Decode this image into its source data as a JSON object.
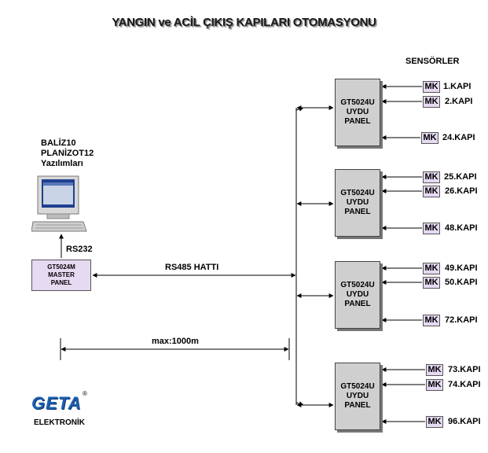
{
  "title": "YANGIN  ve ACİL ÇIKIŞ KAPILARI OTOMASYONU",
  "sensors_header": "SENSÖRLER",
  "software": {
    "line1": "BALİZ10",
    "line2": "PLANİZOT12",
    "line3": "Yazılımları"
  },
  "rs232": "RS232",
  "master_panel": {
    "line1": "GT5024M",
    "line2": "MASTER",
    "line3": "PANEL"
  },
  "rs485": "RS485 HATTI",
  "distance": "max:1000m",
  "panels": [
    {
      "line1": "GT5024U",
      "line2": "UYDU",
      "line3": "PANEL",
      "sensors": [
        {
          "tag": "MK",
          "door": "1.KAPI"
        },
        {
          "tag": "MK",
          "door": "2.KAPI"
        },
        {
          "tag": "MK",
          "door": "24.KAPI"
        }
      ]
    },
    {
      "line1": "GT5024U",
      "line2": "UYDU",
      "line3": "PANEL",
      "sensors": [
        {
          "tag": "MK",
          "door": "25.KAPI"
        },
        {
          "tag": "MK",
          "door": "26.KAPI"
        },
        {
          "tag": "MK",
          "door": "48.KAPI"
        }
      ]
    },
    {
      "line1": "GT5024U",
      "line2": "UYDU",
      "line3": "PANEL",
      "sensors": [
        {
          "tag": "MK",
          "door": "49.KAPI"
        },
        {
          "tag": "MK",
          "door": "50.KAPI"
        },
        {
          "tag": "MK",
          "door": "72.KAPI"
        }
      ]
    },
    {
      "line1": "GT5024U",
      "line2": "UYDU",
      "line3": "PANEL",
      "sensors": [
        {
          "tag": "MK",
          "door": "73.KAPI"
        },
        {
          "tag": "MK",
          "door": "74.KAPI"
        },
        {
          "tag": "MK",
          "door": "96.KAPI"
        }
      ]
    }
  ],
  "logo": "GETA",
  "logo_mark": "®",
  "company": "ELEKTRONİK",
  "colors": {
    "tag_fill": "#e6d9f2",
    "panel_fill": "#cfcfcf",
    "logo": "#1c5fb0"
  }
}
